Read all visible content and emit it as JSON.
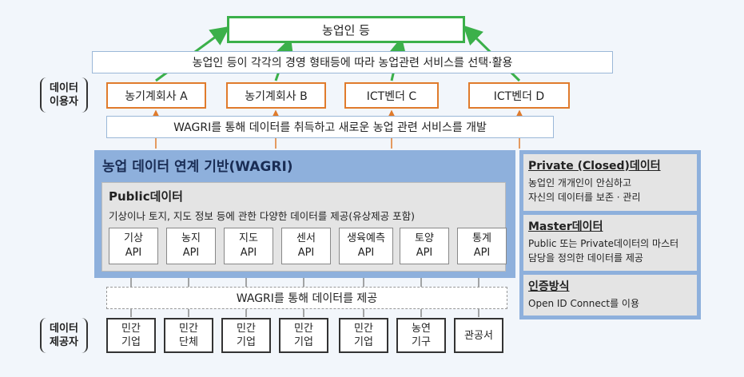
{
  "top_node": "농업인 등",
  "top_description": "농업인 등이 각각의 경영 형태등에 따라 농업관련 서비스를 선택·활용",
  "user_label": [
    "데이터",
    "이용자"
  ],
  "users": [
    "농기계회사 A",
    "농기계회사 B",
    "ICT벤더 C",
    "ICT벤더 D"
  ],
  "dev_description": "WAGRI를 통해 데이터를 취득하고 새로운 농업 관련 서비스를 개발",
  "platform": {
    "title": "농업 데이터 연계 기반(WAGRI)",
    "public_title": "Public데이터",
    "public_desc": "기상이나 토지, 지도 정보 등에 관한 다양한 데이터를 제공(유상제공 포함)",
    "apis": [
      {
        "name": "기상",
        "sub": "API"
      },
      {
        "name": "농지",
        "sub": "API"
      },
      {
        "name": "지도",
        "sub": "API"
      },
      {
        "name": "센서",
        "sub": "API"
      },
      {
        "name": "생육예측",
        "sub": "API"
      },
      {
        "name": "토양",
        "sub": "API"
      },
      {
        "name": "통계",
        "sub": "API"
      }
    ]
  },
  "side_panels": [
    {
      "title": "Private (Closed)데이터",
      "lines": [
        "농업인 개개인이 안심하고",
        "자신의 데이터를 보존 · 관리"
      ]
    },
    {
      "title": "Master데이터",
      "lines": [
        "Public 또는 Private데이터의 마스터",
        "담당을 정의한 데이터를 제공"
      ]
    },
    {
      "title": "인증방식",
      "lines": [
        "Open ID Connect를 이용"
      ]
    }
  ],
  "provide_description": "WAGRI를 통해 데이터를 제공",
  "provider_label": [
    "데이터",
    "제공자"
  ],
  "providers": [
    [
      "민간",
      "기업"
    ],
    [
      "민간",
      "단체"
    ],
    [
      "민간",
      "기업"
    ],
    [
      "민간",
      "기업"
    ],
    [
      "민간",
      "기업"
    ],
    [
      "농연",
      "기구"
    ],
    [
      "관공서"
    ]
  ],
  "colors": {
    "green": "#3bb04a",
    "orange": "#e07b2c",
    "blue": "#8eb0dc",
    "gray_arrow": "#888888"
  }
}
